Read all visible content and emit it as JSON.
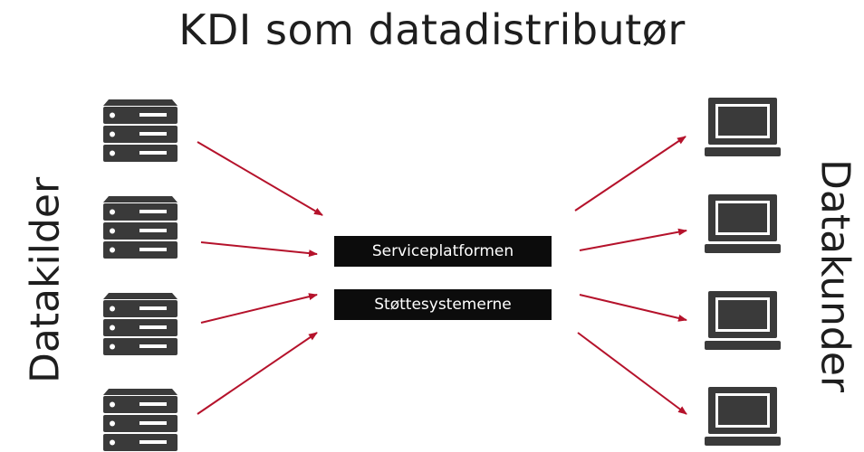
{
  "title": "KDI som datadistributør",
  "sources": {
    "label": "Datakilder",
    "items": [
      {
        "icon": "server-icon"
      },
      {
        "icon": "server-icon"
      },
      {
        "icon": "server-icon"
      },
      {
        "icon": "server-icon"
      }
    ]
  },
  "consumers": {
    "label": "Datakunder",
    "items": [
      {
        "icon": "laptop-icon"
      },
      {
        "icon": "laptop-icon"
      },
      {
        "icon": "laptop-icon"
      },
      {
        "icon": "laptop-icon"
      }
    ]
  },
  "platforms": [
    {
      "label": "Serviceplatformen"
    },
    {
      "label": "Støttesystemerne"
    }
  ],
  "colors": {
    "arrow": "#b5122b",
    "box": "#0c0c0c",
    "icon": "#3a3a3a"
  }
}
